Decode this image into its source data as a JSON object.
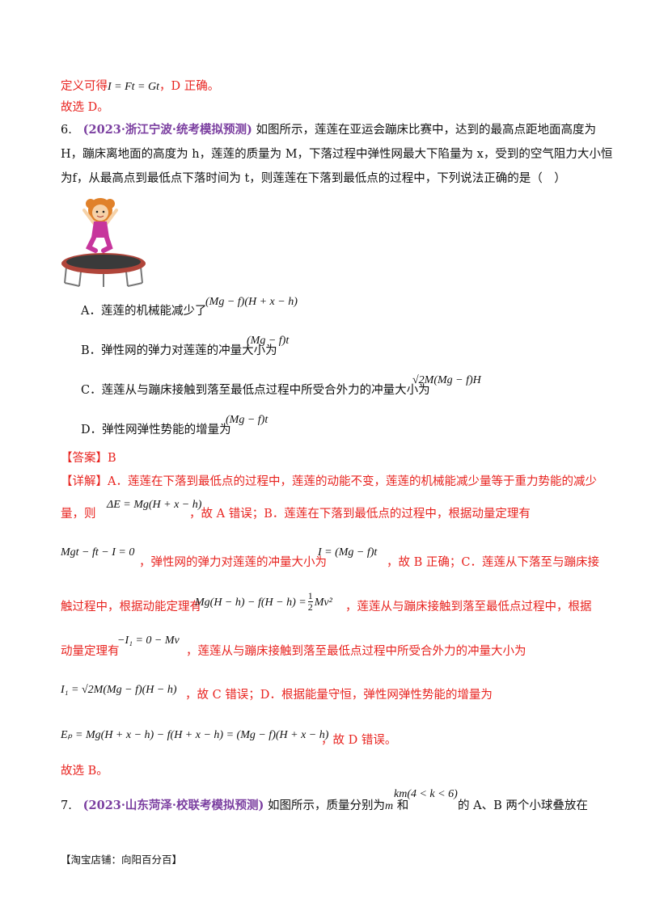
{
  "top": {
    "line1_prefix": "定义可得",
    "line1_formula": "I = Ft = Gt",
    "line1_suffix": "，D 正确。",
    "line2": "故选 D。"
  },
  "q6": {
    "number": "6.",
    "source": "(2023·浙江宁波·统考模拟预测)",
    "stem_1": "如图所示，莲莲在亚运会蹦床比赛中，达到的最高点距地面高度为",
    "stem_2": "H，蹦床离地面的高度为 h，莲莲的质量为 M，下落过程中弹性网最大下陷量为 x，受到的空气阻力大小恒",
    "stem_3": "为f，从最高点到最低点下落时间为 t，则莲莲在下落到最低点的过程中，下列说法正确的是（　）",
    "options": [
      {
        "text": "A．莲莲的机械能减少了",
        "formula": "(Mg − f)(H + x − h)"
      },
      {
        "text": "B．弹性网的弹力对莲莲的冲量大小为",
        "formula": "(Mg − f)t"
      },
      {
        "text": "C．莲莲从与蹦床接触到落至最低点过程中所受合外力的冲量大小为",
        "formula": "√2M(Mg − f)H"
      },
      {
        "text": "D．弹性网弹性势能的增量为",
        "formula": "(Mg − f)t"
      }
    ]
  },
  "answer": {
    "label": "【答案】",
    "value": "B"
  },
  "detail": {
    "label": "【详解】",
    "l1": "A．莲莲在下落到最低点的过程中，莲莲的动能不变，莲莲的机械能减少量等于重力势能的减少",
    "l2a": "量，则",
    "f_dE": "ΔE = Mg(H + x − h)",
    "l2b": "，故 A 错误；B．莲莲在下落到最低点的过程中，根据动量定理有",
    "f_mom": "Mgt − ft − I = 0",
    "l3a": "，弹性网的弹力对莲莲的冲量大小为",
    "f_I": "I = (Mg − f)t",
    "l3b": "，故 B 正确；C．莲莲从下落至与蹦床接",
    "l4a": "触过程中，根据动能定理有",
    "f_ke_left": "Mg(H − h) − f(H − h) =",
    "f_ke_num": "1",
    "f_ke_den": "2",
    "f_ke_right": "Mv²",
    "l4b": "，莲莲从与蹦床接触到落至最低点过程中，根据",
    "l5a": "动量定理有",
    "f_I1": "−I₁ = 0 − Mv",
    "l5b": "，莲莲从与蹦床接触到落至最低点过程中所受合外力的冲量大小为",
    "f_I1val": "I₁ = √2M(Mg − f)(H − h)",
    "l6b": "，故 C 错误；D．根据能量守恒，弹性网弹性势能的增量为",
    "f_Ep": "Eₚ = Mg(H + x − h) − f(H + x − h) = (Mg − f)(H + x − h)",
    "l7b": "，故 D 错误。",
    "conclusion": "故选 B。"
  },
  "q7": {
    "number": "7.",
    "source": "(2023·山东菏泽·校联考模拟预测)",
    "stem_a": "如图所示，质量分别为",
    "m": "m",
    "and": "和",
    "km": "km(4 < k < 6)",
    "stem_b": "的 A、B 两个小球叠放在"
  },
  "footer": "【淘宝店铺：向阳百分百】"
}
